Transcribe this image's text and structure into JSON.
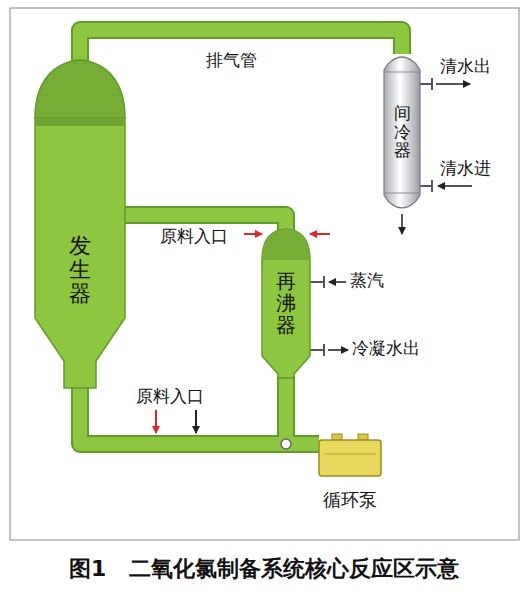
{
  "diagram": {
    "caption": "图1   二氧化氯制备系统核心反应区示意",
    "nodes": [
      {
        "text": [
          "发生器"
        ]
      },
      {
        "text": [
          "间冷器"
        ]
      },
      {
        "text": [
          "再沸器"
        ]
      },
      {
        "text": [
          "循环泵"
        ]
      }
    ],
    "edges": [
      {
        "from": 0,
        "to": 1,
        "arrow": "none",
        "label": "排气管"
      },
      {
        "from": 0,
        "to": 2,
        "arrow": "none"
      },
      {
        "from": 2,
        "to": 3,
        "arrow": "none"
      },
      {
        "from": 3,
        "to": 0,
        "arrow": "none"
      }
    ],
    "labels": [
      "清水出",
      "清水进",
      "原料入口",
      "蒸汽",
      "冷凝水出",
      "原料入口"
    ]
  }
}
